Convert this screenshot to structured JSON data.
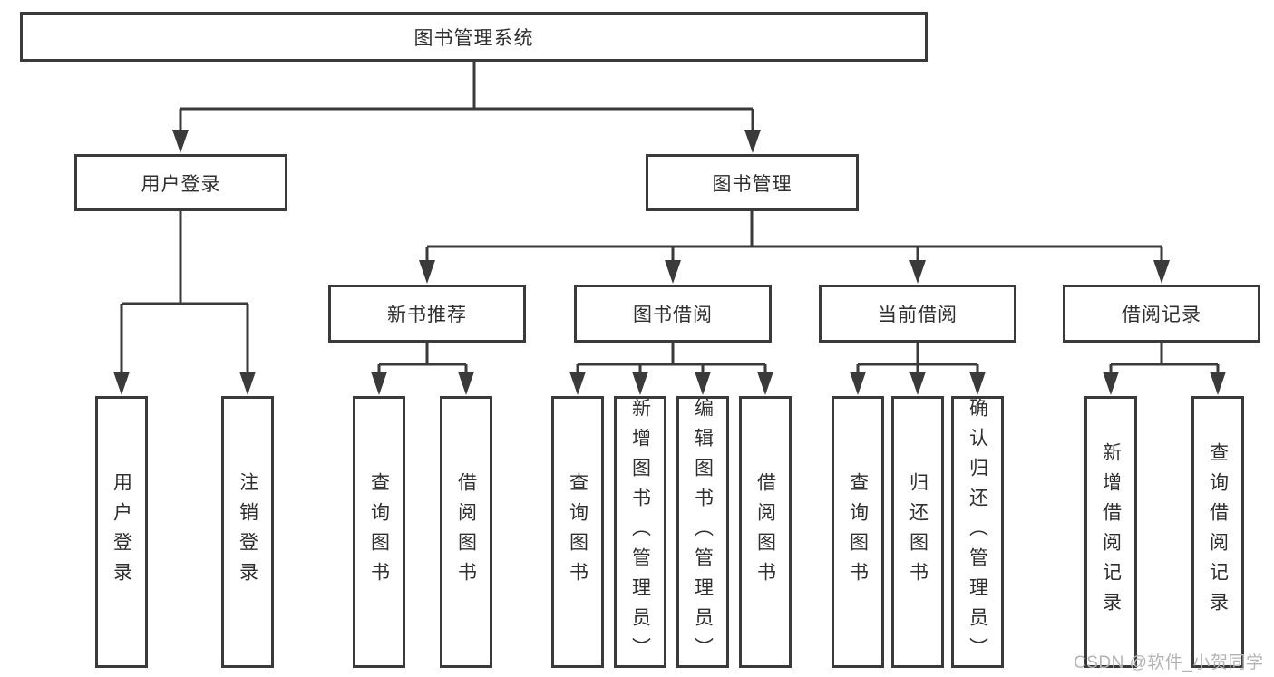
{
  "diagram": {
    "root": {
      "label": "图书管理系统"
    },
    "level2": {
      "user_login": {
        "label": "用户登录"
      },
      "book_mgmt": {
        "label": "图书管理"
      }
    },
    "level3": {
      "new_book_rec": {
        "label": "新书推荐"
      },
      "book_borrow": {
        "label": "图书借阅"
      },
      "current_borrow": {
        "label": "当前借阅"
      },
      "borrow_records": {
        "label": "借阅记录"
      }
    },
    "leaves": {
      "user_login_leaf": {
        "label": "用户登录"
      },
      "logout_leaf": {
        "label": "注销登录"
      },
      "rec_query_books": {
        "label": "查询图书"
      },
      "rec_borrow_books": {
        "label": "借阅图书"
      },
      "bb_query_books": {
        "label": "查询图书"
      },
      "bb_add_books": {
        "label": "新增图书（管理员）"
      },
      "bb_edit_books": {
        "label": "编辑图书（管理员）"
      },
      "bb_borrow_books": {
        "label": "借阅图书"
      },
      "cb_query_books": {
        "label": "查询图书"
      },
      "cb_return_books": {
        "label": "归还图书"
      },
      "cb_confirm_return": {
        "label": "确认归还（管理员）"
      },
      "br_add_record": {
        "label": "新增借阅记录"
      },
      "br_query_record": {
        "label": "查询借阅记录"
      }
    },
    "edges": [
      {
        "from": "图书管理系统",
        "to": "用户登录"
      },
      {
        "from": "图书管理系统",
        "to": "图书管理"
      },
      {
        "from": "用户登录",
        "to": "用户登录"
      },
      {
        "from": "用户登录",
        "to": "注销登录"
      },
      {
        "from": "图书管理",
        "to": "新书推荐"
      },
      {
        "from": "图书管理",
        "to": "图书借阅"
      },
      {
        "from": "图书管理",
        "to": "当前借阅"
      },
      {
        "from": "图书管理",
        "to": "借阅记录"
      },
      {
        "from": "新书推荐",
        "to": "查询图书"
      },
      {
        "from": "新书推荐",
        "to": "借阅图书"
      },
      {
        "from": "图书借阅",
        "to": "查询图书"
      },
      {
        "from": "图书借阅",
        "to": "新增图书（管理员）"
      },
      {
        "from": "图书借阅",
        "to": "编辑图书（管理员）"
      },
      {
        "from": "图书借阅",
        "to": "借阅图书"
      },
      {
        "from": "当前借阅",
        "to": "查询图书"
      },
      {
        "from": "当前借阅",
        "to": "归还图书"
      },
      {
        "from": "当前借阅",
        "to": "确认归还（管理员）"
      },
      {
        "from": "借阅记录",
        "to": "新增借阅记录"
      },
      {
        "from": "借阅记录",
        "to": "查询借阅记录"
      }
    ]
  },
  "watermark": {
    "text": "CSDN @软件_小贺同学"
  },
  "colors": {
    "line": "#3a3a3a",
    "text": "#2f2f2f",
    "background": "#ffffff",
    "watermark": "#b4b4b4"
  }
}
